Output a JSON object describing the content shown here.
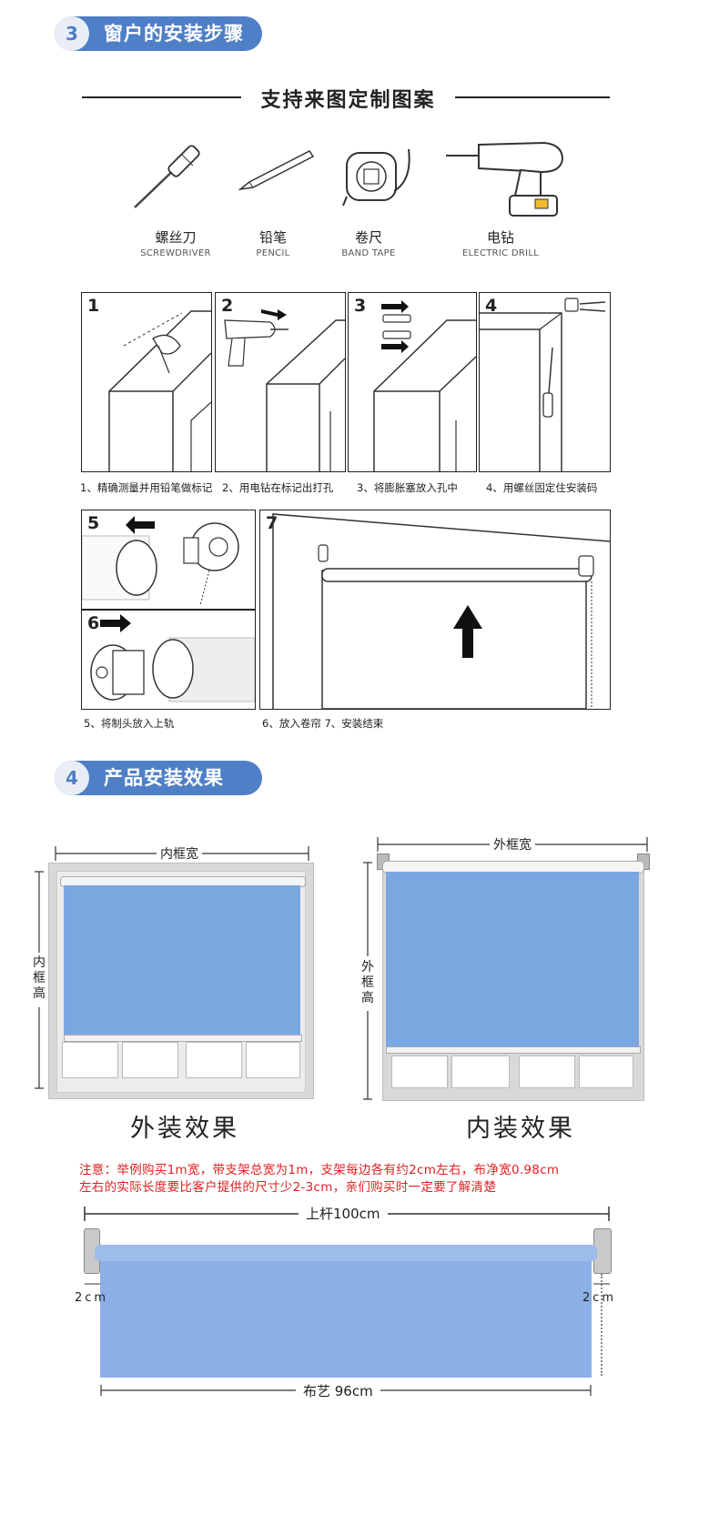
{
  "section3": {
    "number": "3",
    "title": "窗户的安装步骤"
  },
  "headline": "支持来图定制图案",
  "tools": [
    {
      "cn": "螺丝刀",
      "en": "SCREWDRIVER",
      "icon": "screwdriver-icon"
    },
    {
      "cn": "铅笔",
      "en": "PENCIL",
      "icon": "pencil-icon"
    },
    {
      "cn": "卷尺",
      "en": "BAND TAPE",
      "icon": "tape-measure-icon"
    },
    {
      "cn": "电钻",
      "en": "ELECTRIC DRILL",
      "icon": "electric-drill-icon"
    }
  ],
  "steps": [
    {
      "num": "1"
    },
    {
      "num": "2"
    },
    {
      "num": "3"
    },
    {
      "num": "4"
    },
    {
      "num": "5"
    },
    {
      "num": "6"
    },
    {
      "num": "7"
    }
  ],
  "captions": {
    "c1": "1、精确测量并用铅笔做标记",
    "c2": "2、用电钻在标记出打孔",
    "c3": "3、将膨胀塞放入孔中",
    "c4": "4、用螺丝固定住安装码",
    "c5": "5、将制头放入上轨",
    "c67": "6、放入卷帘  7、安装结束"
  },
  "section4": {
    "number": "4",
    "title": "产品安装效果"
  },
  "effects": {
    "left": {
      "width_label": "内框宽",
      "height_label": [
        "内",
        "框",
        "高"
      ],
      "caption": "外装效果"
    },
    "right": {
      "width_label": "外框宽",
      "height_label": [
        "外",
        "框",
        "高"
      ],
      "caption": "内装效果"
    }
  },
  "note": {
    "line1": "注意：举例购买1m宽，带支架总宽为1m，支架每边各有约2cm左右，布净宽0.98cm",
    "line2": "左右的实际长度要比客户提供的尺寸少2-3cm，亲们购买时一定要了解清楚"
  },
  "measure": {
    "rod": "上杆100cm",
    "left_gap": "2cm",
    "right_gap": "2cm",
    "fabric": "布艺 96cm"
  },
  "colors": {
    "accent": "#4f7fc6",
    "blind": "#7ba7e0",
    "note": "#e02020"
  }
}
